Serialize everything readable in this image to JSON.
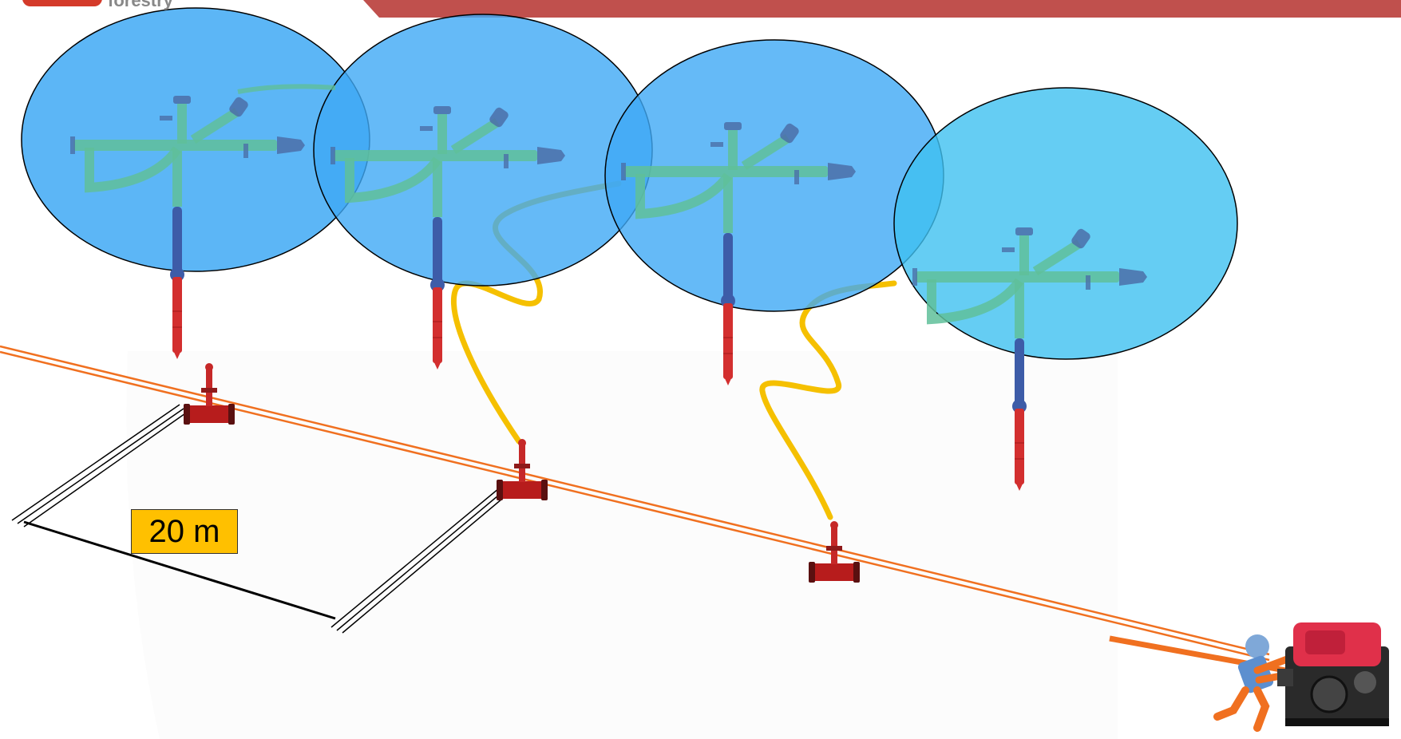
{
  "header": {
    "logo_text": "forestry",
    "banner_color": "#c0504d"
  },
  "diagram": {
    "distance_label": "20 m",
    "colors": {
      "spray_circle": "#3fa9f5",
      "main_hose": "#f07020",
      "branch_hose": "#f5c000",
      "sprinkler_frame": "#5fbf9a",
      "sprinkler_stake": "#d32f2f",
      "hydrant_valve": "#b71c1c",
      "measure_line": "#000000"
    },
    "sprinklers": [
      {
        "name": "sprinkler-1"
      },
      {
        "name": "sprinkler-2"
      },
      {
        "name": "sprinkler-3"
      },
      {
        "name": "sprinkler-4"
      }
    ],
    "hydrants": [
      {
        "name": "hydrant-1"
      },
      {
        "name": "hydrant-2"
      },
      {
        "name": "hydrant-3"
      }
    ],
    "pump_icon": "fire-pump-icon",
    "operator_icon": "operator-figure-icon"
  }
}
